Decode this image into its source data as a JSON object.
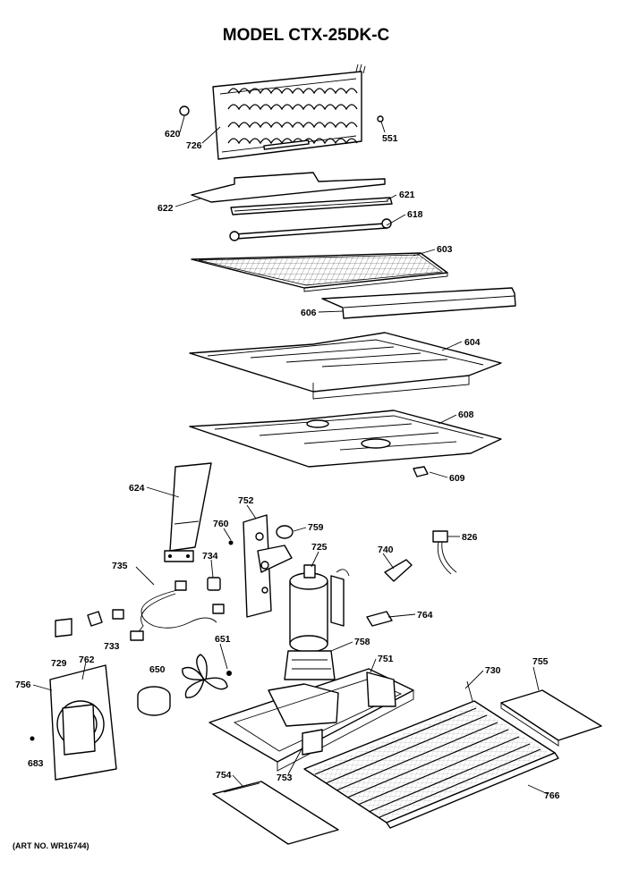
{
  "title": "MODEL CTX-25DK-C",
  "art_number": "(ART NO. WR16744)",
  "callouts": {
    "c620": "620",
    "c726": "726",
    "c551": "551",
    "c622": "622",
    "c621": "621",
    "c618": "618",
    "c603": "603",
    "c606": "606",
    "c604": "604",
    "c608": "608",
    "c609": "609",
    "c624": "624",
    "c752": "752",
    "c760": "760",
    "c759": "759",
    "c725": "725",
    "c740": "740",
    "c826": "826",
    "c735": "735",
    "c734": "734",
    "c764": "764",
    "c729": "729",
    "c733": "733",
    "c762": "762",
    "c651": "651",
    "c758": "758",
    "c751": "751",
    "c730": "730",
    "c755": "755",
    "c756": "756",
    "c650": "650",
    "c683": "683",
    "c754": "754",
    "c753": "753",
    "c766": "766"
  }
}
